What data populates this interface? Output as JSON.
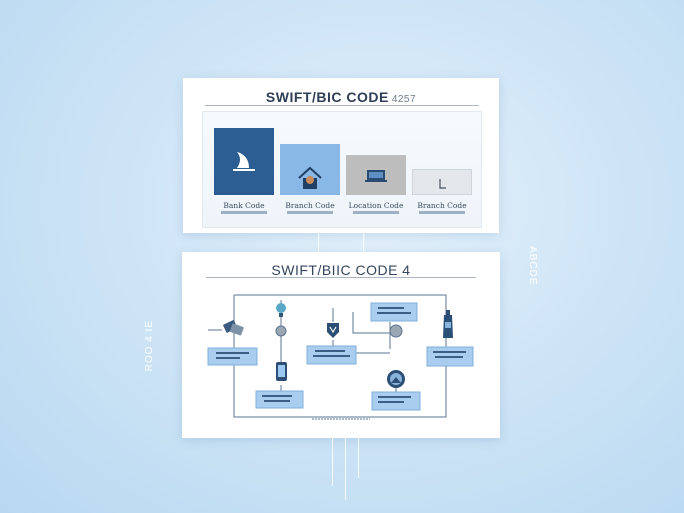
{
  "cards": {
    "top": {
      "title": "SWIFT/BIC CODE",
      "title_suffix": "4257",
      "columns": [
        {
          "label": "Bank Code",
          "icon": "sail-icon",
          "color": "#2c5d93"
        },
        {
          "label": "Branch Code",
          "icon": "house-icon",
          "color": "#8ab8e6"
        },
        {
          "label": "Location Code",
          "icon": "laptop-icon",
          "color": "#bdbdbd"
        },
        {
          "label": "Branch Code",
          "icon": "l-icon",
          "color": "#e3e6ea"
        }
      ]
    },
    "bottom": {
      "title": "SWIFT/BIIC CODE 4"
    }
  },
  "side_labels": {
    "right": "ABCDE",
    "left": "ROO 4 IE"
  },
  "colors": {
    "node_fill": "#a9cdee",
    "node_border": "#7fb0db",
    "line": "#5b7490"
  }
}
